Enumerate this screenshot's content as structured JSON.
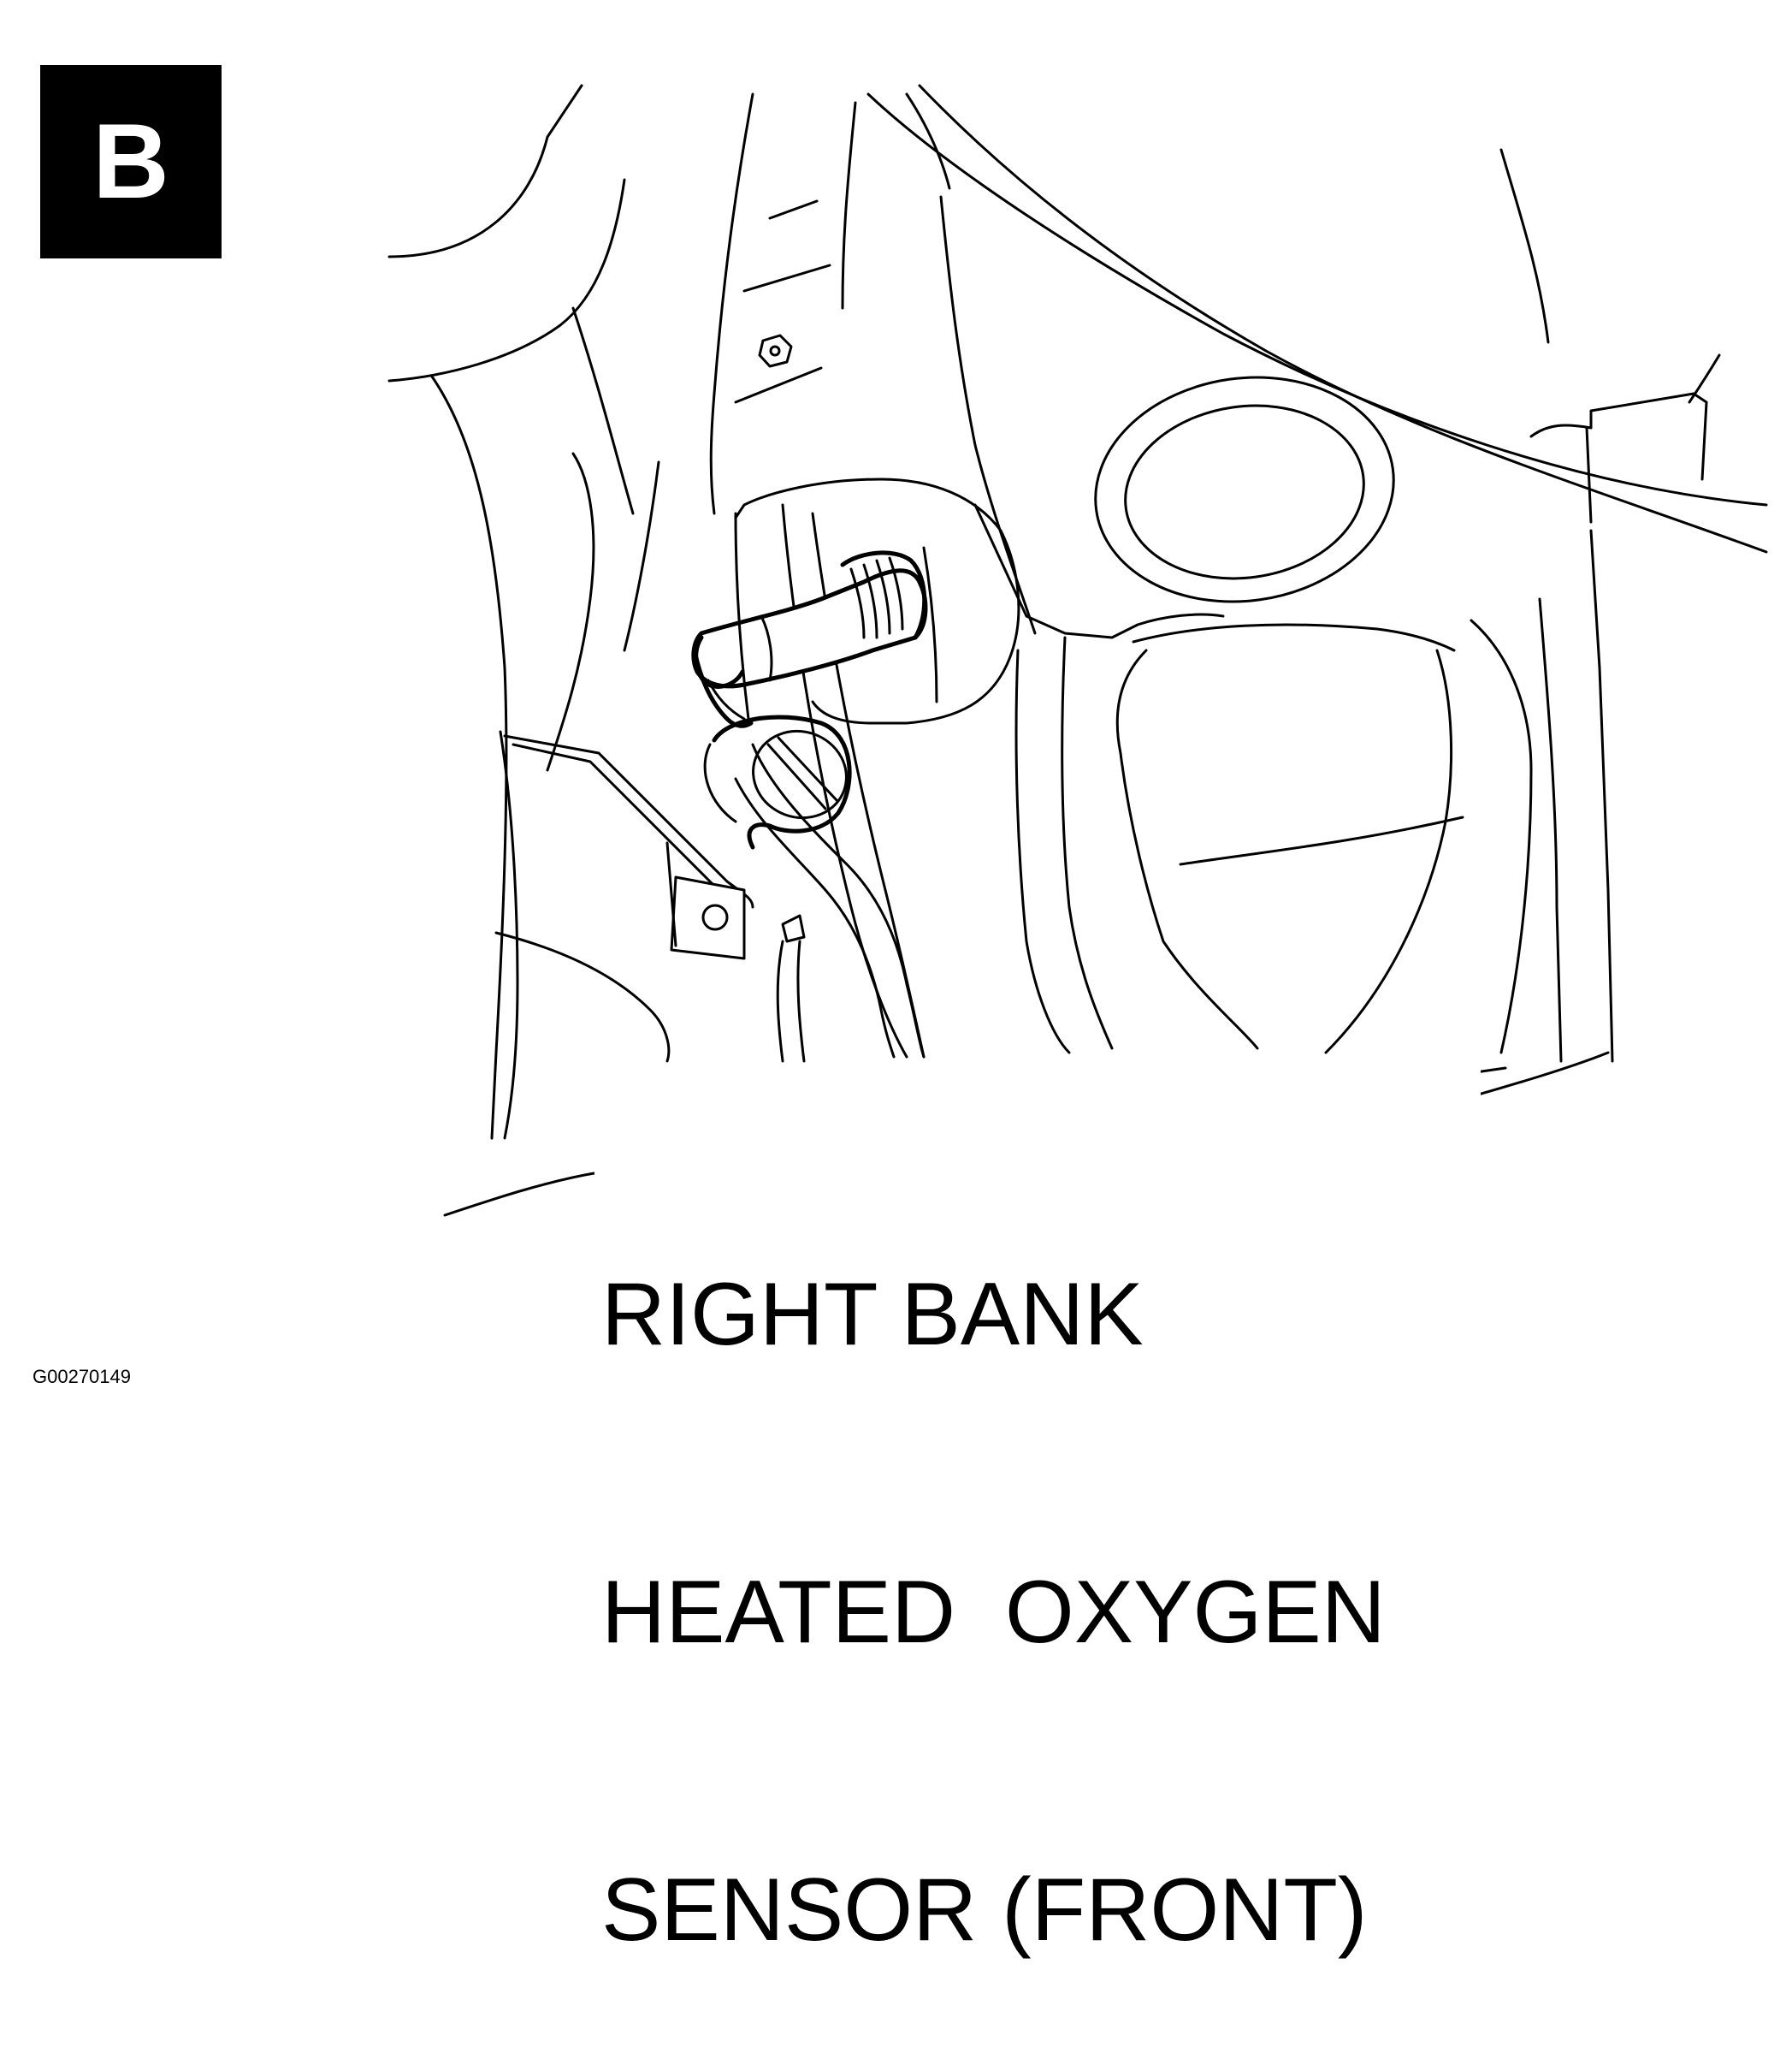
{
  "badge": {
    "letter": "B"
  },
  "caption": {
    "line1": "RIGHT BANK",
    "line2": "HEATED  OXYGEN",
    "line3": "SENSOR (FRONT)"
  },
  "figure_id": "G00270149",
  "colors": {
    "ink": "#000000",
    "paper": "#ffffff"
  }
}
